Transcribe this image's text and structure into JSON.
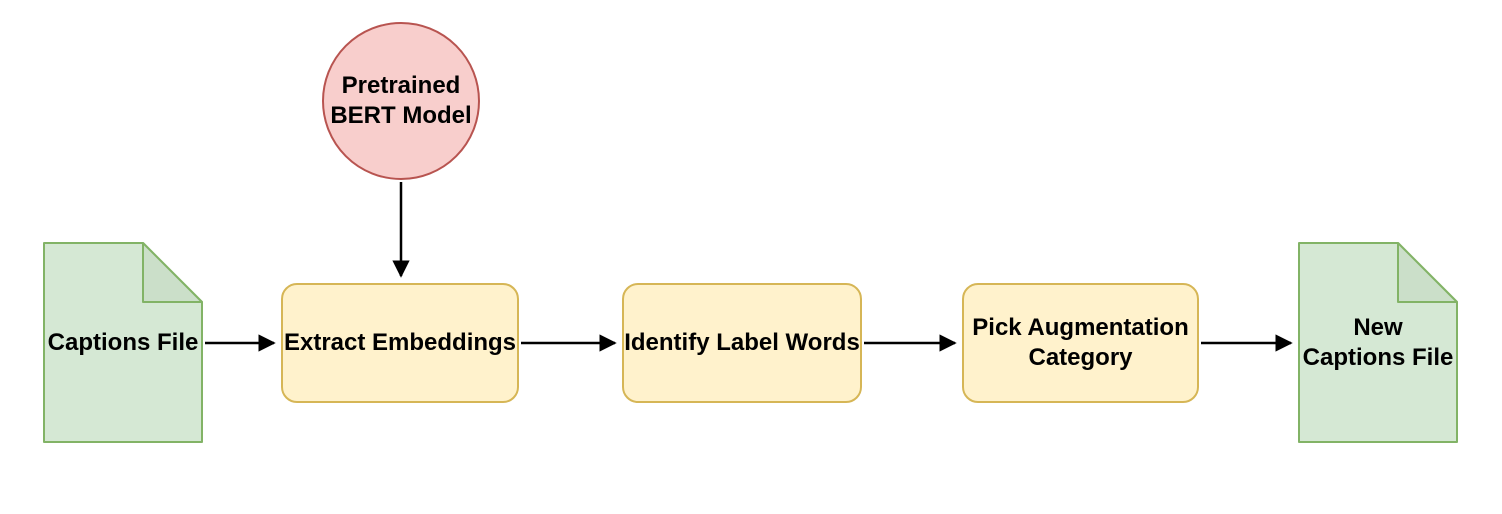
{
  "diagram": {
    "type": "flowchart",
    "background": "#ffffff",
    "palette": {
      "document_fill": "#d5e8d4",
      "document_fold_fill": "#cbdfc9",
      "document_stroke": "#82b366",
      "process_fill": "#fff2cc",
      "process_stroke": "#d6b656",
      "circle_fill": "#f8cecc",
      "circle_stroke": "#b85450",
      "edge_color": "#000000",
      "text_color": "#000000"
    },
    "nodes": {
      "captions_file": {
        "type": "document",
        "label": "Captions File"
      },
      "pretrained_bert": {
        "type": "circle",
        "label": "Pretrained\nBERT Model"
      },
      "extract_embeddings": {
        "type": "process",
        "label": "Extract Embeddings"
      },
      "identify_label_words": {
        "type": "process",
        "label": "Identify Label Words"
      },
      "pick_augmentation_category": {
        "type": "process",
        "label": "Pick Augmentation\nCategory"
      },
      "new_captions_file": {
        "type": "document",
        "label": "New\nCaptions File"
      }
    },
    "edges": [
      {
        "from": "captions_file",
        "to": "extract_embeddings",
        "direction": "right"
      },
      {
        "from": "pretrained_bert",
        "to": "extract_embeddings",
        "direction": "down"
      },
      {
        "from": "extract_embeddings",
        "to": "identify_label_words",
        "direction": "right"
      },
      {
        "from": "identify_label_words",
        "to": "pick_augmentation_category",
        "direction": "right"
      },
      {
        "from": "pick_augmentation_category",
        "to": "new_captions_file",
        "direction": "right"
      }
    ]
  }
}
